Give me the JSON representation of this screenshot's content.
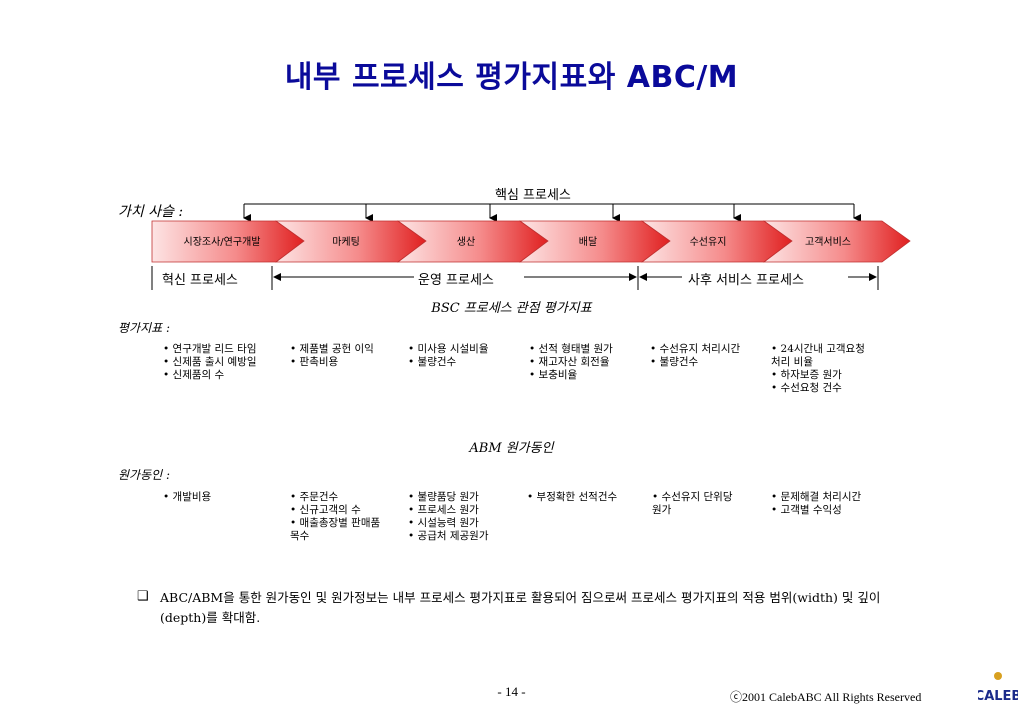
{
  "title": "내부 프로세스 평가지표와 ABC/M",
  "value_chain": {
    "label": "가치 사슬 :",
    "core_process_label": "핵심 프로세스",
    "steps": [
      "시장조사/연구개발",
      "마케팅",
      "생산",
      "배달",
      "수선유지",
      "고객서비스"
    ],
    "spans": [
      "혁신 프로세스",
      "운영 프로세스",
      "사후 서비스 프로세스"
    ]
  },
  "bsc": {
    "title": "BSC 프로세스 관점 평가지표",
    "label": "평가지표 :",
    "columns": [
      "• 연구개발 리드 타임\n• 신제품 출시 예방일\n• 신제품의 수",
      "• 제품별 공헌 이익\n• 판촉비용",
      "• 미사용 시설비율\n• 불량건수",
      "• 선적 형태별 원가\n• 재고자산 회전율\n• 보충비율",
      "• 수선유지 처리시간\n• 불량건수",
      "• 24시간내 고객요청\n   처리 비율\n• 하자보증 원가\n• 수선요청 건수"
    ]
  },
  "abm": {
    "title": "ABM 원가동인",
    "label": "원가동인 :",
    "columns": [
      "• 개발비용",
      "• 주문건수\n• 신규고객의 수\n• 매출총장별 판매품\n   목수",
      "• 불량품당 원가\n• 프로세스 원가\n• 시설능력 원가\n• 공급처 제공원가",
      "• 부정확한 선적건수",
      "• 수선유지 단위당\n   원가",
      "• 문제해결 처리시간\n• 고객별 수익성"
    ]
  },
  "note": {
    "bullet": "❑",
    "text": "ABC/ABM을 통한 원가동인 및 원가정보는 내부 프로세스 평가지표로 활용되어 짐으로써 프로세스 평가지표의 적용 범위(width) 및 깊이(depth)를 확대함."
  },
  "footer": {
    "page": "- 14 -",
    "copyright": "ⓒ2001  CalebABC All Rights Reserved",
    "logo": "CALEB"
  },
  "colors": {
    "title": "#0a0a9a",
    "chevron_light": "#fde4e4",
    "chevron_dark": "#e02020"
  }
}
